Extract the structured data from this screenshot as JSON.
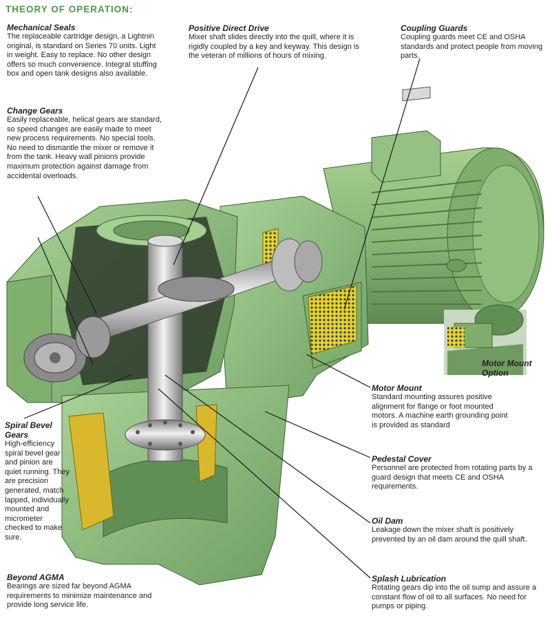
{
  "title": "THEORY OF OPERATION:",
  "callouts": {
    "mechanical_seals": {
      "title": "Mechanical Seals",
      "text": "The replaceable cartridge design, a Lightnin original, is standard on Series 70 units. Light in weight. Easy to replace. No other design offers so much convenience. Integral stuffing box and open tank designs also available."
    },
    "positive_direct_drive": {
      "title": "Positive Direct Drive",
      "text": "Mixer shaft slides directly into the quill, where it is rigidly coupled by a key and keyway. This design is the veteran of millions of hours of mixing."
    },
    "coupling_guards": {
      "title": "Coupling Guards",
      "text": "Coupling guards meet CE and OSHA standards and protect people from moving parts."
    },
    "change_gears": {
      "title": "Change Gears",
      "text": "Easily replaceable, helical gears are standard, so speed changes are easily made to meet new process requirements. No special tools. No need to dismantle the mixer or remove it from the tank. Heavy wall pinions provide maximum protection against damage from accidental overloads."
    },
    "motor_mount_option": {
      "title": "Motor Mount Option"
    },
    "motor_mount": {
      "title": "Motor Mount",
      "text": "Standard mounting assures positive alignment for flange or foot mounted motors. A machine earth grounding point is provided as standard"
    },
    "spiral_bevel_gears": {
      "title": "Spiral Bevel Gears",
      "text": "High-efficiency spiral bevel gear and pinion are quiet running. They are precision generated, match lapped, individually mounted and micrometer checked to make sure."
    },
    "pedestal_cover": {
      "title": "Pedestal Cover",
      "text": "Personnel are protected from rotating parts by a guard design that meets CE and OSHA requirements."
    },
    "oil_dam": {
      "title": "Oil Dam",
      "text": "Leakage down the mixer shaft is positively prevented by an oil dam around the quill shaft."
    },
    "beyond_agma": {
      "title": "Beyond AGMA",
      "text": "Bearings are sized far beyond AGMA requirements to minimize maintenance and provide long service life."
    },
    "splash_lubrication": {
      "title": "Splash Lubrication",
      "text": "Rotating gears dip into the oil sump and assure a constant flow of oil to all surfaces. No need for pumps or piping."
    }
  },
  "colors": {
    "title_green": "#4a9a43",
    "housing_green": "#8fbf7a",
    "housing_dark": "#5f8f55",
    "guard_yellow": "#e8d23a",
    "shaft_steel": "#c8c8c8"
  }
}
